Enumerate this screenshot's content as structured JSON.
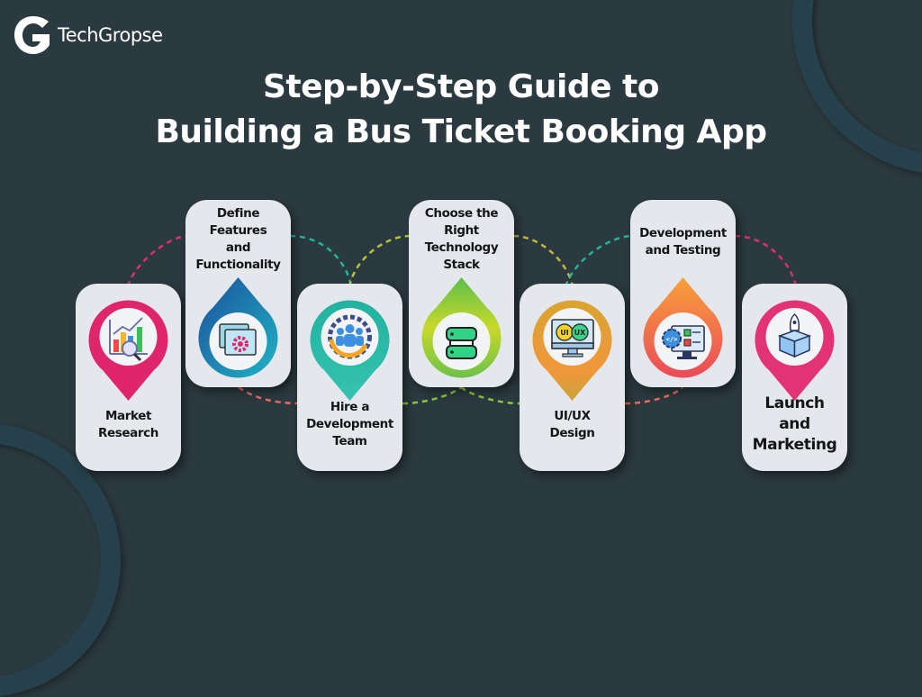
{
  "brand": {
    "logo_text": "TechGropse",
    "logo_icon": "g-logo-icon"
  },
  "title": {
    "line1": "Step-by-Step Guide to",
    "line2": "Building a Bus Ticket Booking App"
  },
  "colors": {
    "background": "#2b3a40",
    "card": "#e4e7ec",
    "text": "#151515",
    "pink": "#e0266b",
    "blue": "#1a6fa8",
    "teal": "#1fb5a3",
    "lime": "#8cc63f",
    "gold": "#d9a431",
    "orange": "#f47a30",
    "magenta": "#e23474"
  },
  "steps": [
    {
      "label_lines": [
        "Market",
        "Research"
      ],
      "icon": "chart-magnifier-icon",
      "pin_color": "#e0266b",
      "position": "bottom"
    },
    {
      "label_lines": [
        "Define",
        "Features",
        "and",
        "Functionality"
      ],
      "icon": "window-gear-icon",
      "pin_color": "#1a6fa8",
      "position": "top"
    },
    {
      "label_lines": [
        "Hire a",
        "Development",
        "Team"
      ],
      "icon": "team-gear-icon",
      "pin_color": "#1fb5a3",
      "position": "bottom"
    },
    {
      "label_lines": [
        "Choose the",
        "Right",
        "Technology",
        "Stack"
      ],
      "icon": "database-stack-icon",
      "pin_color": "#8cc63f",
      "position": "top"
    },
    {
      "label_lines": [
        "UI/UX",
        "Design"
      ],
      "icon": "monitor-uiux-icon",
      "pin_color": "#d9a431",
      "position": "bottom"
    },
    {
      "label_lines": [
        "Development",
        "and Testing"
      ],
      "icon": "monitor-code-checklist-icon",
      "pin_color": "#f47a30",
      "position": "top"
    },
    {
      "label_lines": [
        "Launch",
        "and",
        "Marketing"
      ],
      "icon": "rocket-box-icon",
      "pin_color": "#e23474",
      "position": "bottom"
    }
  ],
  "icon_text": {
    "ui": "UI",
    "ux": "UX",
    "code": "</>"
  }
}
